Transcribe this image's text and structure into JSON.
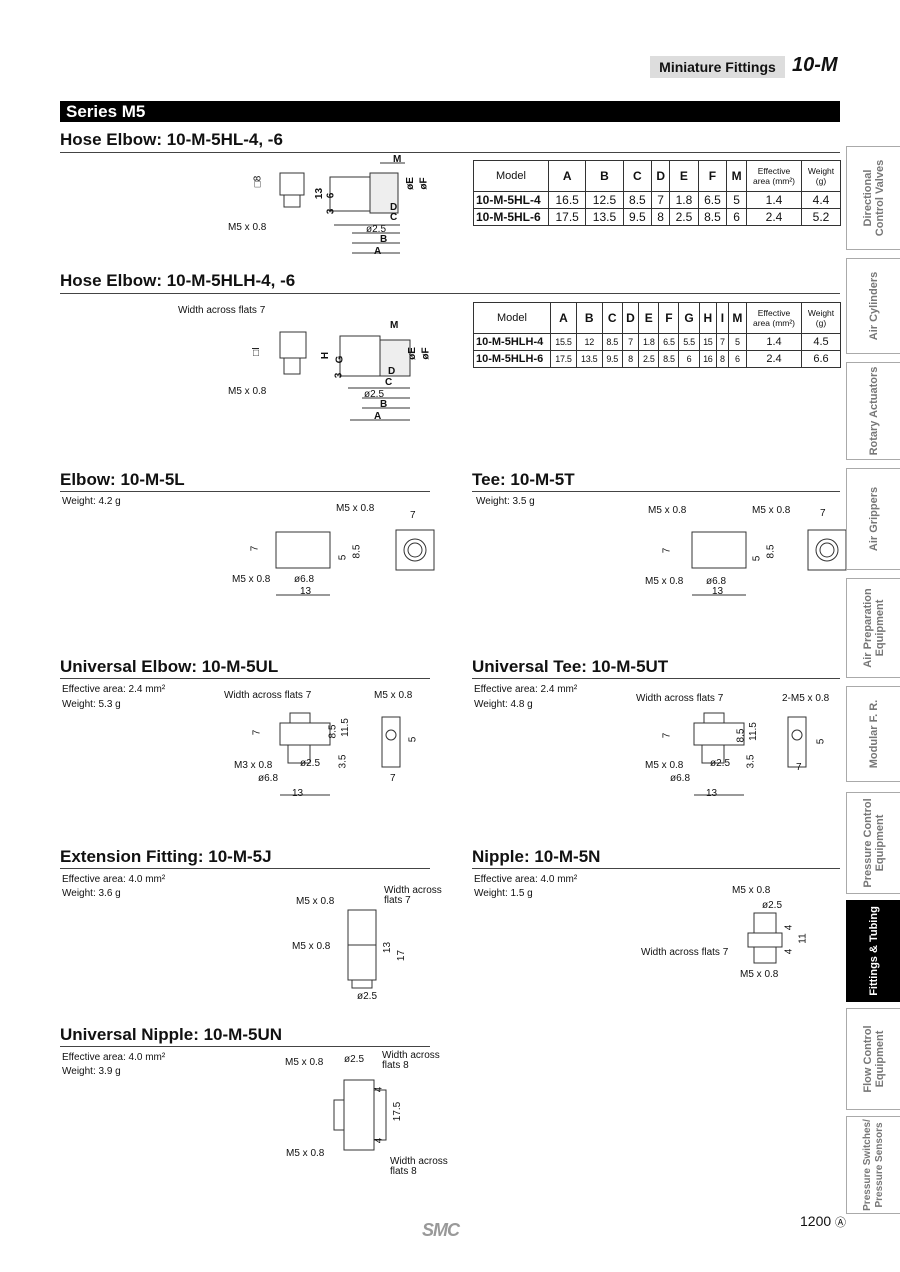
{
  "header": {
    "title": "Miniature Fittings",
    "code": "10-M"
  },
  "series": "Series M5",
  "sections": {
    "hl": {
      "title": "Hose Elbow: 10-M-5HL-4, -6"
    },
    "hlh": {
      "title": "Hose Elbow: 10-M-5HLH-4, -6"
    },
    "l": {
      "title": "Elbow: 10-M-5L",
      "weight": "Weight: 4.2 g"
    },
    "t": {
      "title": "Tee: 10-M-5T",
      "weight": "Weight: 3.5 g"
    },
    "ul": {
      "title": "Universal Elbow: 10-M-5UL",
      "area": "Effective area: 2.4 mm²",
      "weight": "Weight: 5.3 g"
    },
    "ut": {
      "title": "Universal Tee: 10-M-5UT",
      "area": "Effective area: 2.4 mm²",
      "weight": "Weight: 4.8 g"
    },
    "j": {
      "title": "Extension Fitting: 10-M-5J",
      "area": "Effective area: 4.0 mm²",
      "weight": "Weight: 3.6 g"
    },
    "n": {
      "title": "Nipple: 10-M-5N",
      "area": "Effective area: 4.0 mm²",
      "weight": "Weight: 1.5 g"
    },
    "un": {
      "title": "Universal Nipple: 10-M-5UN",
      "area": "Effective area: 4.0 mm²",
      "weight": "Weight: 3.9 g"
    }
  },
  "table1": {
    "headers": [
      "Model",
      "A",
      "B",
      "C",
      "D",
      "E",
      "F",
      "M",
      "Effective area (mm²)",
      "Weight (g)"
    ],
    "rows": [
      [
        "10-M-5HL-4",
        "16.5",
        "12.5",
        "8.5",
        "7",
        "1.8",
        "6.5",
        "5",
        "1.4",
        "4.4"
      ],
      [
        "10-M-5HL-6",
        "17.5",
        "13.5",
        "9.5",
        "8",
        "2.5",
        "8.5",
        "6",
        "2.4",
        "5.2"
      ]
    ]
  },
  "table2": {
    "headers": [
      "Model",
      "A",
      "B",
      "C",
      "D",
      "E",
      "F",
      "G",
      "H",
      "I",
      "M",
      "Effective area (mm²)",
      "Weight (g)"
    ],
    "rows": [
      [
        "10-M-5HLH-4",
        "15.5",
        "12",
        "8.5",
        "7",
        "1.8",
        "6.5",
        "5.5",
        "15",
        "7",
        "5",
        "1.4",
        "4.5"
      ],
      [
        "10-M-5HLH-6",
        "17.5",
        "13.5",
        "9.5",
        "8",
        "2.5",
        "8.5",
        "6",
        "16",
        "8",
        "6",
        "2.4",
        "6.6"
      ]
    ]
  },
  "labels": {
    "m5": "M5 x 0.8",
    "m3": "M3 x 0.8",
    "wf7": "Width across flats 7",
    "wf8a": "Width across",
    "wf8b": "flats 8",
    "wf7b": "flats 7",
    "two_m5": "2-M5 x 0.8",
    "d25": "ø2.5",
    "d68": "ø6.8",
    "sq8": "□8",
    "sqI": "□I",
    "dims": {
      "A": "A",
      "B": "B",
      "C": "C",
      "D": "D",
      "E": "øE",
      "F": "øF",
      "M": "M",
      "G": "G",
      "H": "H",
      "n3": "3",
      "n6": "6",
      "n13": "13",
      "n7": "7",
      "n5": "5",
      "n85": "8.5",
      "n115": "11.5",
      "n35": "3.5",
      "n17": "17",
      "n175": "17.5",
      "n4": "4",
      "n11": "11"
    }
  },
  "tabs": [
    "Directional Control Valves",
    "Air Cylinders",
    "Rotary Actuators",
    "Air Grippers",
    "Air Preparation Equipment",
    "Modular F. R.",
    "Pressure Control Equipment",
    "Fittings & Tubing",
    "Flow Control Equipment",
    "Pressure Switches/ Pressure Sensors"
  ],
  "footer": {
    "page": "1200",
    "mark": "Ⓐ",
    "logo": "SMC"
  }
}
